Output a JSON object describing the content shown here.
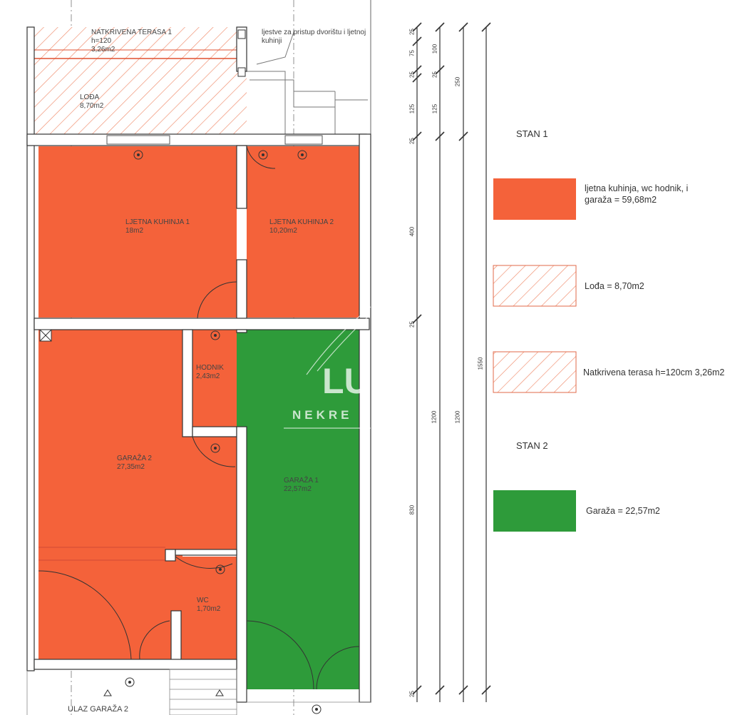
{
  "colors": {
    "stan1": "#f4623a",
    "stan2": "#2e9b3a",
    "hatch": "#f08a6a",
    "wall": "#444444"
  },
  "rooms": {
    "terasa": {
      "name": "NATKRIVENA TERASA 1",
      "note": "h=120",
      "area": "3,26m2"
    },
    "lodja": {
      "name": "LOĐA",
      "area": "8,70m2"
    },
    "kuhinja1": {
      "name": "LJETNA KUHINJA 1",
      "area": "18m2"
    },
    "kuhinja2": {
      "name": "LJETNA KUHINJA 2",
      "area": "10,20m2"
    },
    "hodnik": {
      "name": "HODNIK",
      "area": "2,43m2"
    },
    "garaza2": {
      "name": "GARAŽA 2",
      "area": "27,35m2"
    },
    "garaza1": {
      "name": "GARAŽA 1",
      "area": "22,57m2"
    },
    "wc": {
      "name": "WC",
      "area": "1,70m2"
    }
  },
  "stairs_note": "ljestve za pristup dvorištu i ljetnoj kuhinji",
  "entrance": "ULAZ GARAŽA 2",
  "dimensions": {
    "d1": "25",
    "d2": "75",
    "d3": "100",
    "d4": "25",
    "d5": "25",
    "d6": "125",
    "d7": "125",
    "d8": "250",
    "d9": "25",
    "d10": "400",
    "d11": "25",
    "d12": "1200",
    "d13": "1200",
    "d14": "830",
    "d15": "1550",
    "d16": "25"
  },
  "legend": {
    "stan1_title": "STAN 1",
    "item1": "ljetna kuhinja, wc hodnik, i garaža = 59,68m2",
    "item2": "Lođa = 8,70m2",
    "item3": "Natkrivena terasa h=120cm 3,26m2",
    "stan2_title": "STAN 2",
    "item4": "Garaža = 22,57m2"
  },
  "watermark": {
    "big": "LU",
    "small": "NEKRE"
  }
}
